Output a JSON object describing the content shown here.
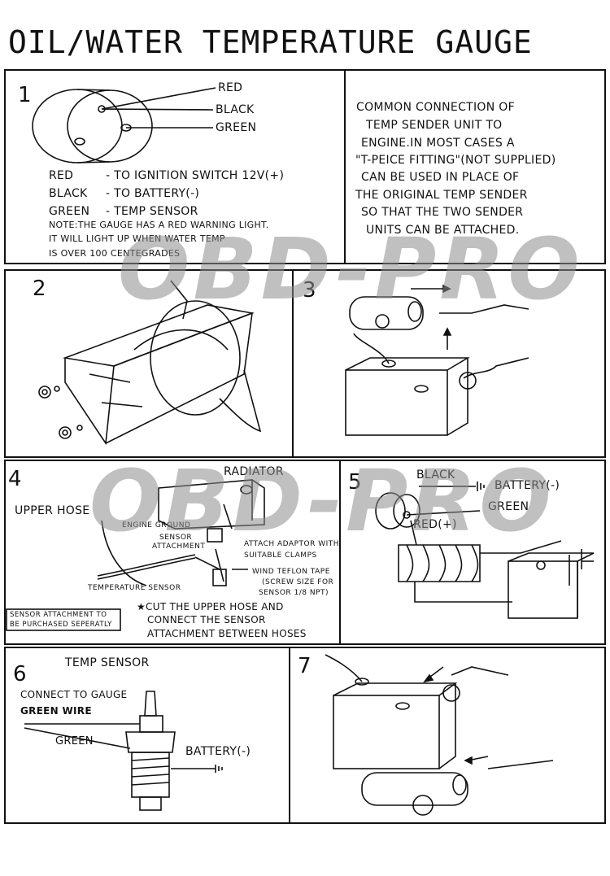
{
  "title": "OIL/WATER TEMPERATURE GAUGE",
  "watermark": "OBD-PRO",
  "panel1": {
    "number": "1",
    "wire_labels": [
      "RED",
      "BLACK",
      "GREEN"
    ],
    "connections": [
      {
        "wire": "RED",
        "desc": "- TO IGNITION SWITCH 12V(+)"
      },
      {
        "wire": "BLACK",
        "desc": "- TO BATTERY(-)"
      },
      {
        "wire": "GREEN",
        "desc": "- TEMP SENSOR"
      }
    ],
    "note_lines": [
      "NOTE:THE GAUGE HAS A RED WARNING LIGHT.",
      "IT WILL LIGHT UP WHEN WATER TEMP",
      "IS OVER 100 CENTEGRADES"
    ]
  },
  "info_lines": [
    "COMMON CONNECTION OF",
    "TEMP SENDER UNIT TO",
    "ENGINE.IN MOST CASES A",
    "\"T-PEICE FITTING\"(NOT SUPPLIED)",
    "CAN BE USED IN PLACE OF",
    "THE ORIGINAL TEMP SENDER",
    "SO THAT THE TWO SENDER",
    "UNITS CAN BE ATTACHED."
  ],
  "panel2": {
    "number": "2"
  },
  "panel3": {
    "number": "3"
  },
  "panel4": {
    "number": "4",
    "radiator": "RADIATOR",
    "upper_hose": "UPPER HOSE",
    "engine_ground": "ENGINE GROUND",
    "sensor_attachment": [
      "SENSOR",
      "ATTACHMENT"
    ],
    "adaptor": [
      "ATTACH ADAPTOR WITH",
      "SUITABLE CLAMPS"
    ],
    "teflon": [
      "WIND TEFLON TAPE",
      "(SCREW SIZE FOR",
      "SENSOR 1/8 NPT)"
    ],
    "temp_sensor": "TEMPERATURE SENSOR",
    "purchase_note": [
      "SENSOR ATTACHMENT TO",
      "BE PURCHASED SEPERATLY"
    ],
    "cut_note": [
      "★CUT THE UPPER HOSE AND",
      "CONNECT THE SENSOR",
      "ATTACHMENT BETWEEN HOSES"
    ]
  },
  "panel5": {
    "number": "5",
    "black": "BLACK",
    "battery": "BATTERY(-)",
    "green": "GREEN",
    "red": "RED(+)"
  },
  "panel6": {
    "number": "6",
    "temp_sensor": "TEMP SENSOR",
    "connect": "CONNECT TO GAUGE",
    "green_wire": "GREEN WIRE",
    "green": "GREEN",
    "battery": "BATTERY(-)"
  },
  "panel7": {
    "number": "7"
  }
}
